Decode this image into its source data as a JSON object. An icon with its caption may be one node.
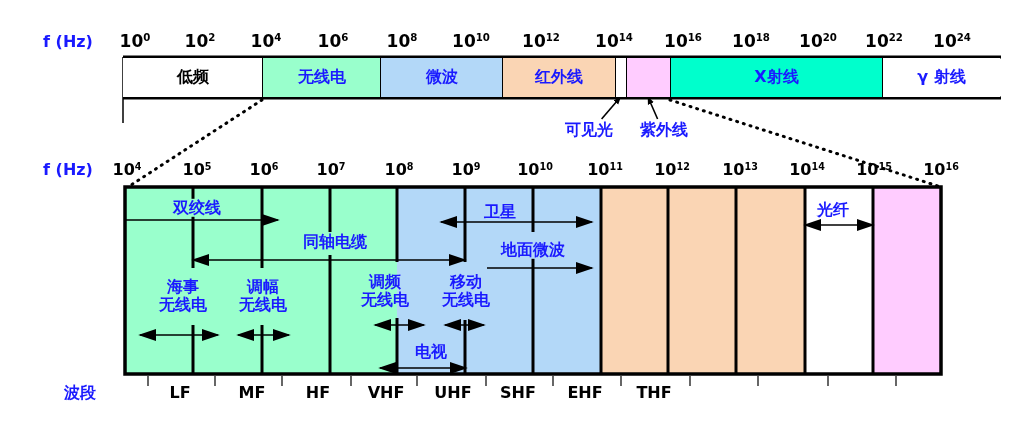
{
  "diagram": {
    "nodes": [
      {
        "text": [
          "低频"
        ]
      },
      {
        "text": [
          "无线电"
        ]
      },
      {
        "text": [
          "微波"
        ]
      },
      {
        "text": [
          "红外线"
        ]
      },
      {
        "text": [],
        "shape": "box"
      },
      {
        "text": [],
        "shape": "box"
      },
      {
        "text": [
          "X射线"
        ]
      },
      {
        "text": [
          "γ 射线"
        ]
      },
      {
        "text": [
          "可见光"
        ]
      },
      {
        "text": [
          "紫外线"
        ]
      }
    ],
    "edges": [
      {
        "from": 8,
        "to": 4,
        "arrow": "to"
      },
      {
        "from": 9,
        "to": 5,
        "arrow": "to"
      }
    ],
    "labels": [
      "f (Hz)",
      "10$^{0}$",
      "10$^{2}$",
      "10$^{4}$",
      "10$^{6}$",
      "10$^{8}$",
      "10$^{10}$",
      "10$^{12}$",
      "10$^{14}$",
      "10$^{16}$",
      "10$^{18}$",
      "10$^{20}$",
      "10$^{22}$",
      "10$^{24}$",
      "f (Hz)",
      "10$^{4}$",
      "10$^{5}$",
      "10$^{6}$",
      "10$^{7}$",
      "10$^{8}$",
      "10$^{9}$",
      "10$^{10}$",
      "10$^{11}$",
      "10$^{12}$",
      "10$^{13}$",
      "10$^{14}$",
      "10$^{15}$",
      "10$^{16}$",
      "双绞线",
      "卫星",
      "光纤",
      "同轴电缆",
      "地面微波",
      "海事无线电",
      "调幅无线电",
      "调频无线电",
      "移动无线电",
      "电视",
      "波段",
      "LF",
      "MF",
      "HF",
      "VHF",
      "UHF",
      "SHF",
      "EHF",
      "THF"
    ]
  }
}
